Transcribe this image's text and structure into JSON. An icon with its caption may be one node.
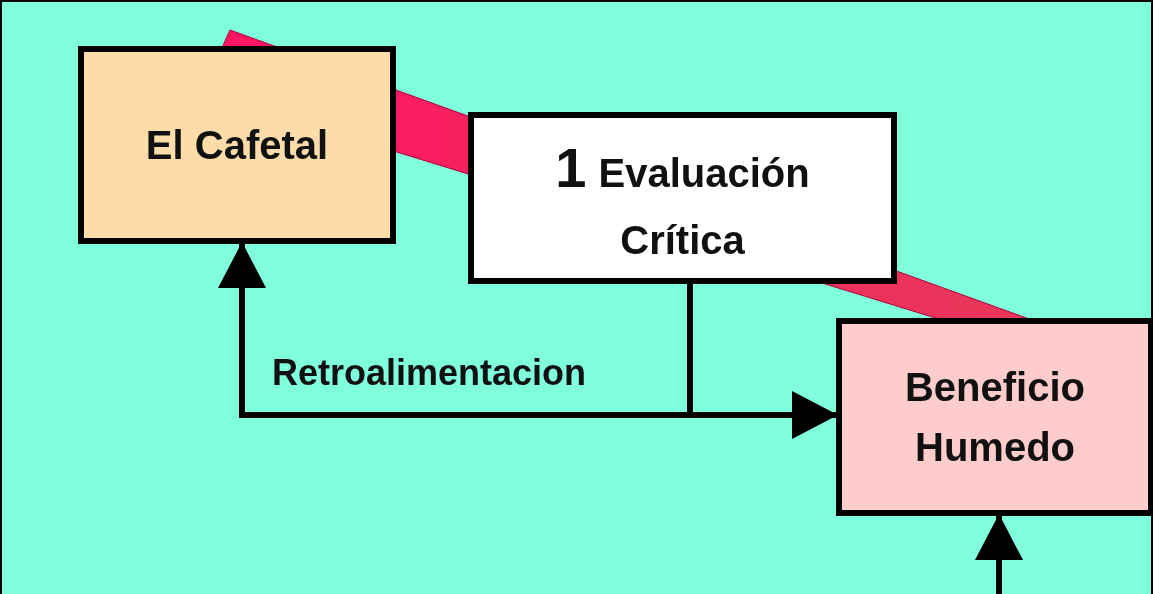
{
  "diagram": {
    "nodes": [
      {
        "text": [
          "El Cafetal"
        ]
      },
      {
        "text": [
          "1",
          "Evaluación Crítica"
        ]
      },
      {
        "text": [
          "Beneficio Humedo"
        ]
      }
    ],
    "edges": [
      {
        "from": 1,
        "to": 0,
        "arrow": "to",
        "label": "Retroalimentacion"
      },
      {
        "from": 1,
        "to": 2,
        "arrow": "to"
      },
      {
        "from": null,
        "to": 2,
        "arrow": "to"
      }
    ]
  }
}
